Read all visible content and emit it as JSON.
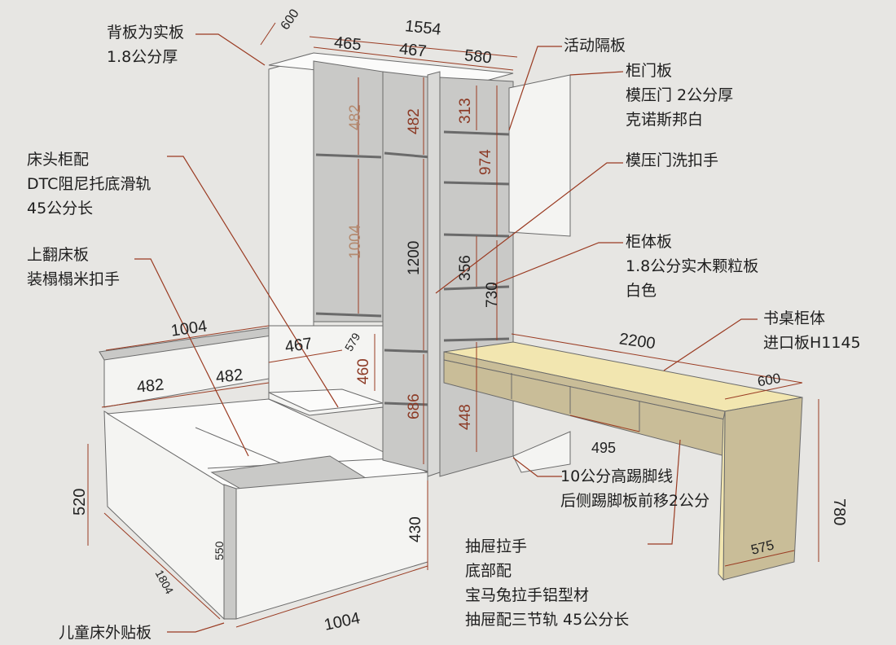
{
  "colors": {
    "background": "#e7e6e3",
    "leader_line": "#9a3b22",
    "panel": "#f4f4f2",
    "panel_shadow": "#c9c9c7",
    "desk_top": "#f2e6b0",
    "desk_body": "#c9bd98",
    "outline": "#6a6a6a"
  },
  "annotations": {
    "back_panel": [
      "背板为实板",
      "1.8公分厚"
    ],
    "movable_shelf": [
      "活动隔板"
    ],
    "cabinet_door": [
      "柜门板",
      "模压门 2公分厚",
      "克诺斯邦白"
    ],
    "bedside_cabinet": [
      "床头柜配",
      "DTC阻尼托底滑轨",
      "45公分长"
    ],
    "door_handle": [
      "模压门洗扣手"
    ],
    "flip_bed": [
      "上翻床板",
      "装榻榻米扣手"
    ],
    "cabinet_body": [
      "柜体板",
      "1.8公分实木颗粒板",
      "白色"
    ],
    "desk_body": [
      "书桌柜体",
      "进口板H1145"
    ],
    "skirting": [
      "10公分高踢脚线",
      "后侧踢脚板前移2公分"
    ],
    "drawer": [
      "抽屉拉手",
      "底部配",
      "宝马兔拉手铝型材",
      "抽屉配三节轨 45公分长"
    ],
    "bed_outer": [
      "儿童床外贴板"
    ]
  },
  "dimensions": {
    "depth_top": "600",
    "total_width": "1554",
    "w_left": "465",
    "w_mid": "467",
    "w_right": "580",
    "h_left_top": "482",
    "h_mid_top": "482",
    "h_right_top": "313",
    "h_right_upper": "974",
    "h_left_mid": "1004",
    "h_mid_long": "1200",
    "h_right_mid": "356",
    "h_right_mid2": "730",
    "nightstand_w": "467",
    "nightstand_d": "579",
    "nightstand_h": "460",
    "h_mid_low": "686",
    "h_right_low": "448",
    "bed_length_top": "1004",
    "bed_half_1": "482",
    "bed_half_2": "482",
    "bed_height": "520",
    "bed_inner_h": "550",
    "bed_length_side": "1804",
    "bed_front_w": "1004",
    "bed_front_h": "430",
    "desk_length": "2200",
    "desk_depth": "600",
    "desk_drawer": "495",
    "desk_height": "780",
    "desk_leg": "575"
  }
}
